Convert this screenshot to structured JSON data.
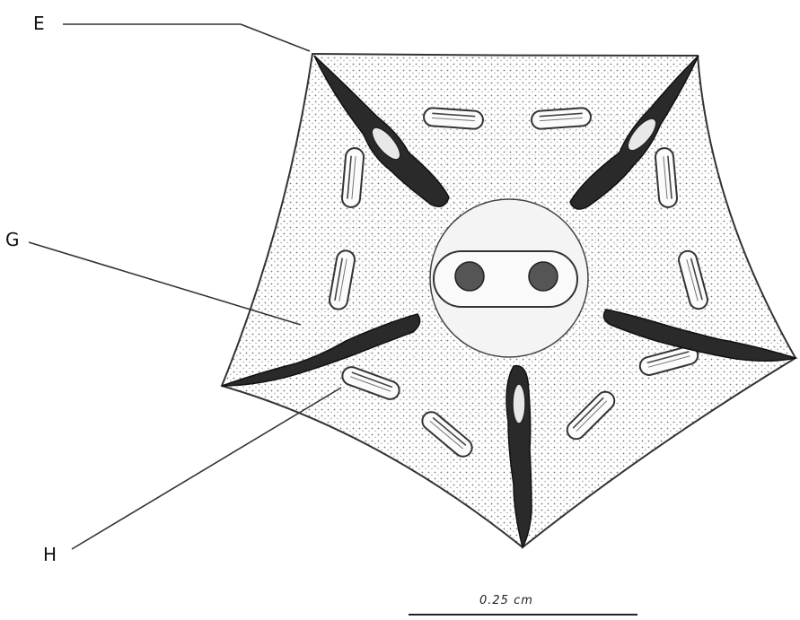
{
  "diagram": {
    "labels": {
      "e": "E",
      "g": "G",
      "h": "H"
    },
    "scale_bar": {
      "text": "0.25 cm"
    },
    "colors": {
      "outline": "#222222",
      "dark_bundle": "#2a2a2a",
      "stipple": "#8a8a8a",
      "background": "#ffffff"
    }
  }
}
